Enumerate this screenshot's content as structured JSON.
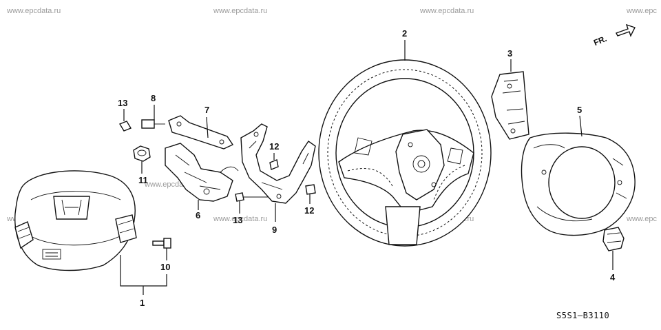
{
  "watermark": "www.epcdata.ru",
  "watermark_cut": "www.epc",
  "direction_label": "FR.",
  "diagram_code": "S5S1—B3110",
  "callouts": {
    "c1": "1",
    "c2": "2",
    "c3": "3",
    "c4": "4",
    "c5": "5",
    "c6": "6",
    "c7": "7",
    "c8": "8",
    "c9": "9",
    "c10": "10",
    "c11": "11",
    "c12a": "12",
    "c12b": "12",
    "c13a": "13",
    "c13b": "13"
  },
  "colors": {
    "line": "#111111",
    "watermark": "#9a9a9a",
    "background": "#ffffff"
  }
}
